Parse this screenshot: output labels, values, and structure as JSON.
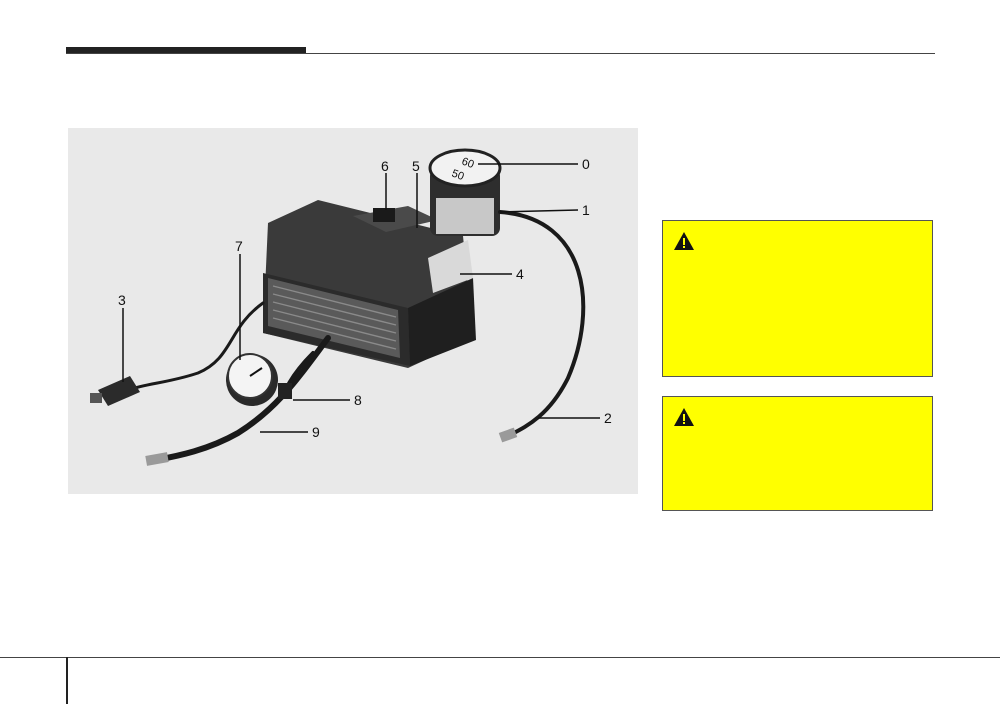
{
  "figure": {
    "callouts": [
      "0",
      "1",
      "2",
      "3",
      "4",
      "5",
      "6",
      "7",
      "8",
      "9"
    ],
    "gauge_text": [
      "60",
      "50"
    ]
  },
  "warnings": [
    {
      "icon": "warning-triangle-icon",
      "color": "#ffff00"
    },
    {
      "icon": "warning-triangle-icon",
      "color": "#ffff00"
    }
  ],
  "colors": {
    "warning_bg": "#ffff00",
    "figure_bg": "#e9e9e9"
  }
}
